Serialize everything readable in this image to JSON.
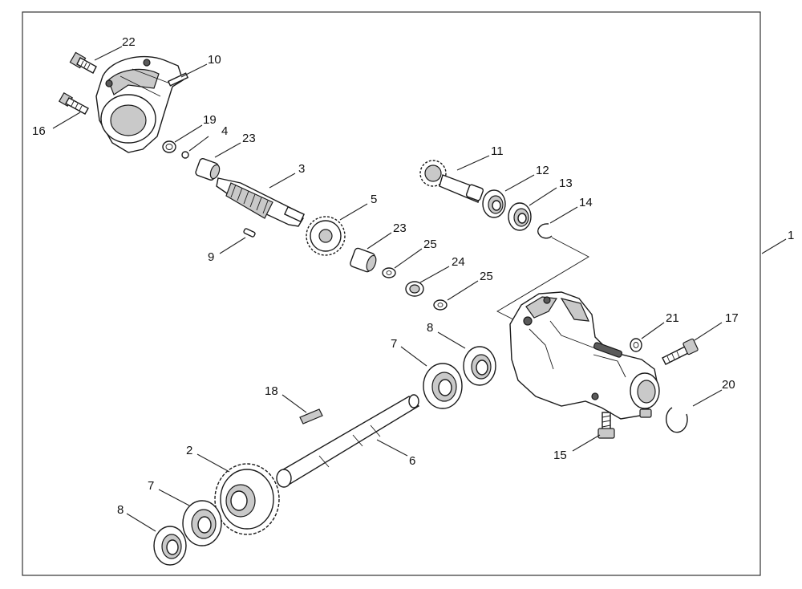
{
  "labels": {
    "l1": "1",
    "l2": "2",
    "l3": "3",
    "l4": "4",
    "l5": "5",
    "l6": "6",
    "l7a": "7",
    "l7b": "7",
    "l8a": "8",
    "l8b": "8",
    "l9": "9",
    "l10": "10",
    "l11": "11",
    "l12": "12",
    "l13": "13",
    "l14": "14",
    "l15": "15",
    "l16": "16",
    "l17": "17",
    "l18": "18",
    "l19": "19",
    "l20": "20",
    "l21": "21",
    "l22": "22",
    "l23a": "23",
    "l23b": "23",
    "l24": "24",
    "l25a": "25",
    "l25b": "25"
  },
  "colors": {
    "line": "#1a1a1a",
    "shade": "#c9c9c9",
    "frame": "#333333"
  }
}
